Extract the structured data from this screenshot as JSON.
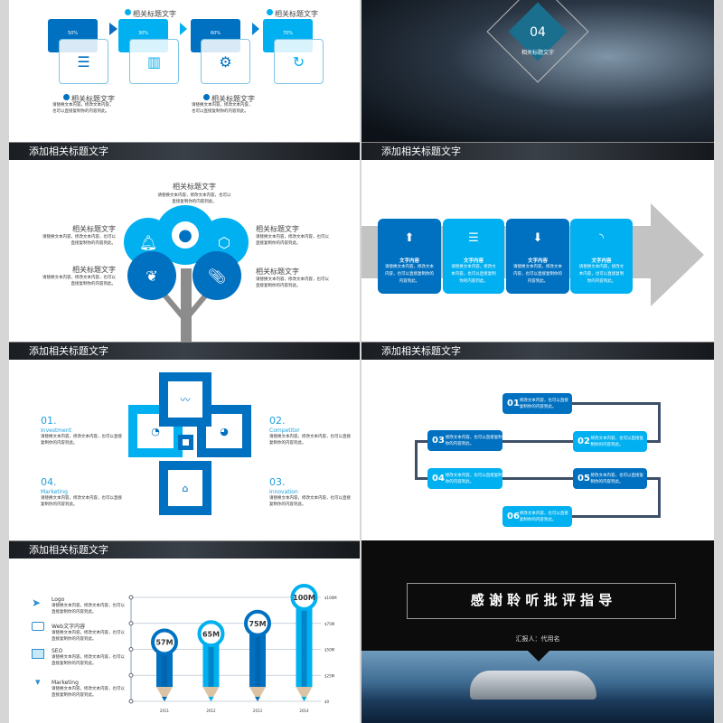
{
  "common": {
    "banner_title": "添加相关标题文字",
    "label": "相关标题文字",
    "body": "请替换文本内容，修改文本内容，也可以直接复制你的内容到此。",
    "body_a": "请替换文本内容，修改文本内容，",
    "body_b": "也可以直接复制你的内容到此。"
  },
  "slide1": {
    "steps": [
      {
        "pct": "50%",
        "icon": "database"
      },
      {
        "pct": "30%",
        "icon": "bar-chart"
      },
      {
        "pct": "60%",
        "icon": "gear"
      },
      {
        "pct": "70%",
        "icon": "refresh"
      }
    ]
  },
  "section": {
    "number": "04",
    "title": "相关标题文字"
  },
  "arrow_slide": {
    "cards": [
      {
        "icon": "upload-window",
        "title": "文字内容",
        "body": "请替换文本内容，修改文本内容，也可以直接复制你的内容到此。"
      },
      {
        "icon": "database",
        "title": "文字内容",
        "body": "请替换文本内容，修改文本内容，也可以直接复制你的内容到此。"
      },
      {
        "icon": "download-window",
        "title": "文字内容",
        "body": "请替换文本内容，修改文本内容，也可以直接复制你的内容到此。"
      },
      {
        "icon": "rss",
        "title": "文字内容",
        "body": "请替换文本内容，修改文本内容，也可以直接复制你的内容到此。"
      }
    ]
  },
  "cross_slide": {
    "items": [
      {
        "num": "01.",
        "name": "Investment"
      },
      {
        "num": "02.",
        "name": "Competitor"
      },
      {
        "num": "03.",
        "name": "Innovation"
      },
      {
        "num": "04.",
        "name": "Marketing"
      }
    ]
  },
  "flow": {
    "body": "修改文本内容，也可以直接复制你的内容到此。",
    "steps": [
      "01",
      "02",
      "03",
      "04",
      "05",
      "06"
    ]
  },
  "pencil_slide": {
    "items": [
      {
        "icon": "paper-plane",
        "title": "Logo"
      },
      {
        "icon": "browser-window",
        "title": "Web文字内容"
      },
      {
        "icon": "monitor-chart",
        "title": "SEO"
      },
      {
        "icon": "tie",
        "title": "Marketing"
      }
    ]
  },
  "chart_data": {
    "type": "bar",
    "categories": [
      "2011",
      "2012",
      "2013",
      "2014"
    ],
    "values": [
      57,
      65,
      75,
      100
    ],
    "labels": [
      "57M",
      "65M",
      "75M",
      "100M"
    ],
    "ylim": [
      0,
      100
    ],
    "yticks": [
      "$0",
      "$25M",
      "$50M",
      "$75M",
      "$100M"
    ],
    "colors": [
      "#0070c0",
      "#00b0f0",
      "#0070c0",
      "#00b0f0"
    ]
  },
  "ending": {
    "thanks": "感 谢 聆 听    批 评 指 导",
    "reporter": "汇报人：代用名"
  }
}
